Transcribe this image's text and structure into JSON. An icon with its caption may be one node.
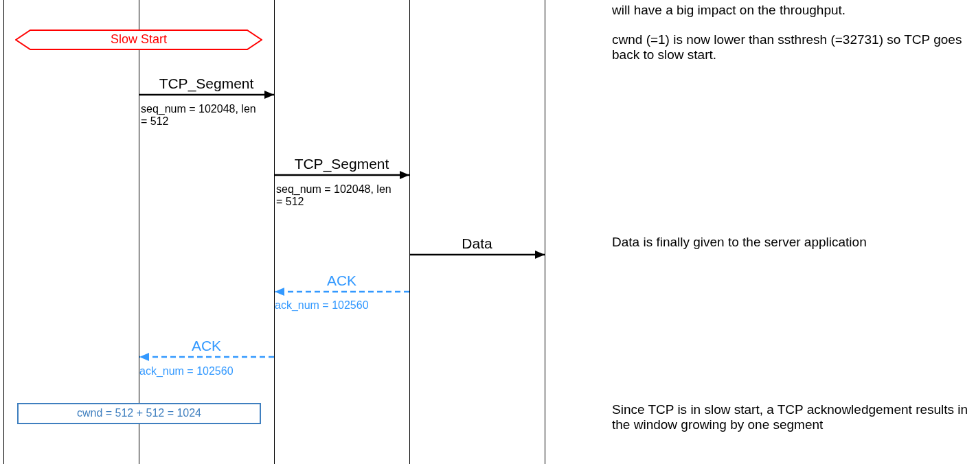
{
  "diagram": {
    "nodes": [
      {
        "text": [],
        "shape": "line"
      },
      {
        "text": [],
        "shape": "line"
      },
      {
        "text": [],
        "shape": "line"
      },
      {
        "text": [],
        "shape": "line"
      },
      {
        "text": [],
        "shape": "line"
      },
      {
        "text": [
          "Slow Start"
        ]
      },
      {
        "text": [
          "cwnd = 512 + 512 = 1024"
        ]
      }
    ],
    "edges": [
      {
        "from": 1,
        "to": 2,
        "arrow": "to",
        "label": "TCP_Segment"
      },
      {
        "from": 2,
        "to": 3,
        "arrow": "to",
        "label": "TCP_Segment"
      },
      {
        "from": 3,
        "to": 4,
        "arrow": "to",
        "label": "Data"
      },
      {
        "from": 3,
        "to": 2,
        "arrow": "to",
        "label": "ACK",
        "style": "dashed",
        "color": "#3399ff"
      },
      {
        "from": 2,
        "to": 1,
        "arrow": "to",
        "label": "ACK",
        "style": "dashed",
        "color": "#3399ff"
      }
    ],
    "labels": [
      "will have a big impact on the throughput.",
      "cwnd (=1) is now lower than ssthresh (=32731) so TCP goes back to slow start.",
      "seq_num = 102048, len = 512",
      "seq_num = 102048, len = 512",
      "Data is finally given to the server application",
      "ack_num = 102560",
      "ack_num = 102560",
      "Since TCP is in slow start, a TCP acknowledgement results in the window growing by one segment"
    ]
  }
}
